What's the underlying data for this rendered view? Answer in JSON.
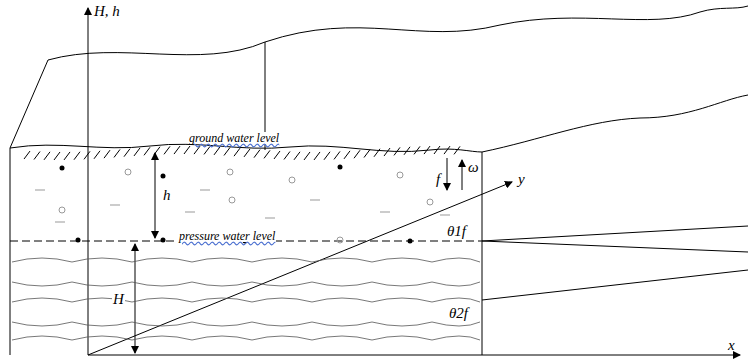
{
  "diagram": {
    "labels": [
      "H, h",
      "ground water level",
      "h",
      "pressure water level",
      "H",
      "f",
      "ω",
      "y",
      "x",
      "θ1f",
      "θ2f"
    ]
  }
}
